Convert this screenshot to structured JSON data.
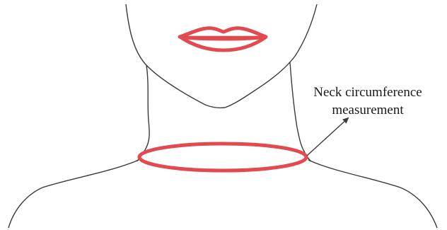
{
  "annotation": {
    "line1": "Neck circumference",
    "line2": "measurement"
  },
  "colors": {
    "outline": "#3a3a3a",
    "lips": "#e24a4f",
    "measurement_ring": "#e24a4f",
    "arrow": "#3a3a3a",
    "background": "#ffffff"
  },
  "icons": {
    "lips": "lips-icon",
    "ring": "measurement-ring",
    "arrow": "pointer-arrow-icon"
  }
}
